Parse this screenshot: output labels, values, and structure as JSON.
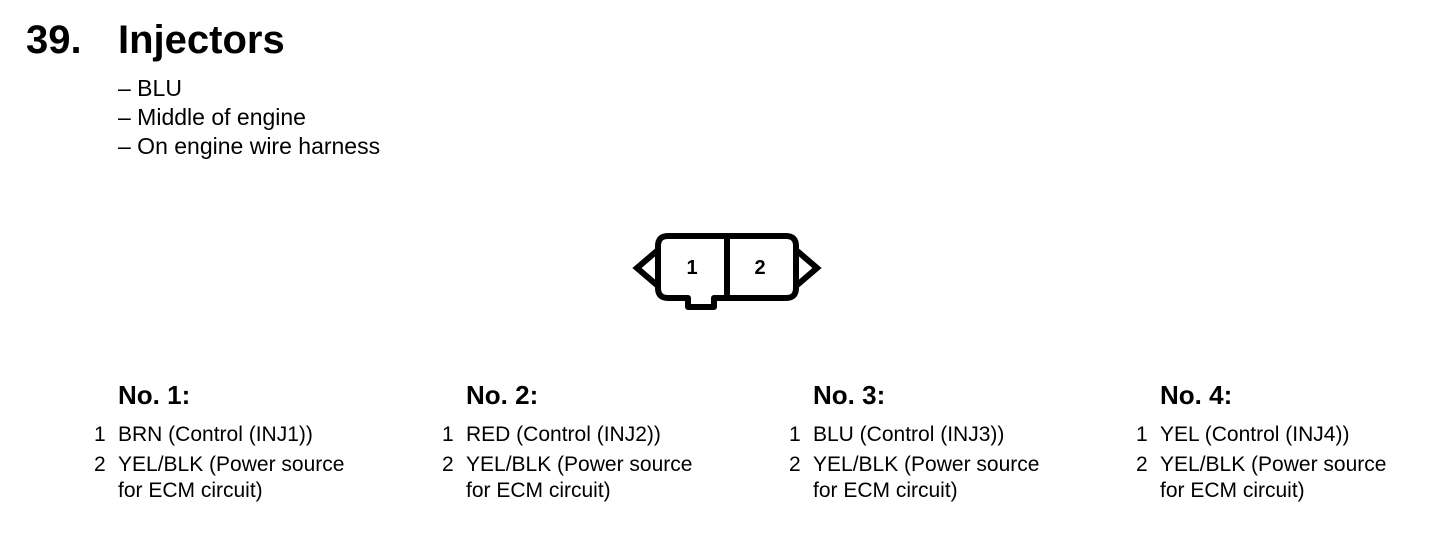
{
  "header": {
    "number": "39.",
    "title": "Injectors"
  },
  "details": [
    "– BLU",
    "– Middle of engine",
    "– On engine wire harness"
  ],
  "connector": {
    "pins": [
      "1",
      "2"
    ]
  },
  "injectors": [
    {
      "heading": "No. 1:",
      "pins": [
        {
          "no": "1",
          "lines": [
            "BRN (Control (INJ1))"
          ]
        },
        {
          "no": "2",
          "lines": [
            "YEL/BLK (Power source",
            "for ECM circuit)"
          ]
        }
      ]
    },
    {
      "heading": "No. 2:",
      "pins": [
        {
          "no": "1",
          "lines": [
            "RED (Control (INJ2))"
          ]
        },
        {
          "no": "2",
          "lines": [
            "YEL/BLK (Power source",
            "for ECM circuit)"
          ]
        }
      ]
    },
    {
      "heading": "No. 3:",
      "pins": [
        {
          "no": "1",
          "lines": [
            "BLU (Control (INJ3))"
          ]
        },
        {
          "no": "2",
          "lines": [
            "YEL/BLK (Power source",
            "for ECM circuit)"
          ]
        }
      ]
    },
    {
      "heading": "No. 4:",
      "pins": [
        {
          "no": "1",
          "lines": [
            "YEL (Control (INJ4))"
          ]
        },
        {
          "no": "2",
          "lines": [
            "YEL/BLK (Power source",
            "for ECM circuit)"
          ]
        }
      ]
    }
  ]
}
